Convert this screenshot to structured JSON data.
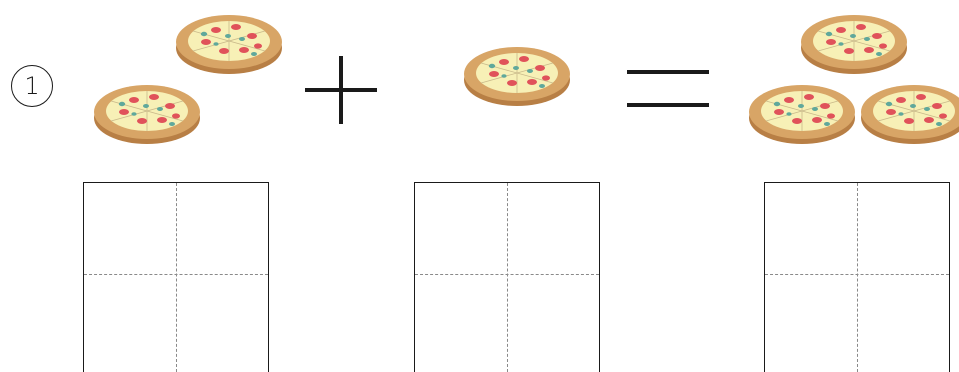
{
  "problem": {
    "number": "1"
  },
  "equation": {
    "left_count": 2,
    "middle_count": 1,
    "right_count": 3,
    "operator_plus": "+",
    "operator_equals": "="
  },
  "colors": {
    "crust": "#d8a566",
    "crust_dark": "#b87f45",
    "cheese": "#f7f0b6",
    "pepperoni": "#e0525a",
    "olive": "#5fa89b",
    "line": "#1a1a1a",
    "guide": "#8a8a8a"
  },
  "icons": {
    "pizza": "pizza-icon"
  }
}
